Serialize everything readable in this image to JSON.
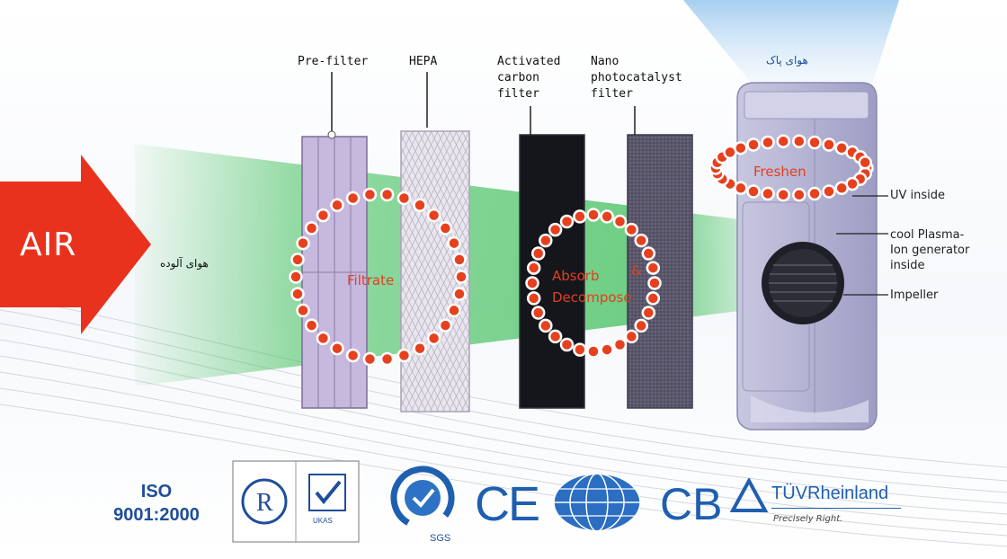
{
  "air_label": "AIR",
  "intake_label": "هوای آلوده",
  "output_label": "هوای پاک",
  "filters": [
    {
      "id": "prefilter",
      "lines": [
        "Pre-filter"
      ]
    },
    {
      "id": "hepa",
      "lines": [
        "HEPA"
      ]
    },
    {
      "id": "carbon",
      "lines": [
        "Activated",
        "carbon",
        "filter"
      ]
    },
    {
      "id": "nano",
      "lines": [
        "Nano",
        "photocatalyst",
        "filter"
      ]
    }
  ],
  "process_labels": {
    "filtrate": "Filtrate",
    "absorb": "Absorb",
    "ampersand": "&",
    "decompose": "Decompose",
    "freshen": "Freshen"
  },
  "purifier_parts": [
    {
      "id": "uv",
      "lines": [
        "UV inside"
      ]
    },
    {
      "id": "plasma",
      "lines": [
        "cool Plasma-",
        "Ion generator",
        "inside"
      ]
    },
    {
      "id": "impeller",
      "lines": [
        "Impeller"
      ]
    }
  ],
  "certifications": {
    "iso_line1": "ISO",
    "iso_line2": "9001:2000",
    "ukas_text": "UKAS",
    "sgs_text": "SGS",
    "ce_text": "CE",
    "cb_text": "CB",
    "tuv_text": "TÜVRheinland",
    "tuv_tagline": "Precisely Right."
  },
  "colors": {
    "air_arrow": "#e8321e",
    "airflow_green": "#3fbf5a",
    "dot_red": "#e6401e",
    "cert_blue": "#1f5fb0"
  }
}
